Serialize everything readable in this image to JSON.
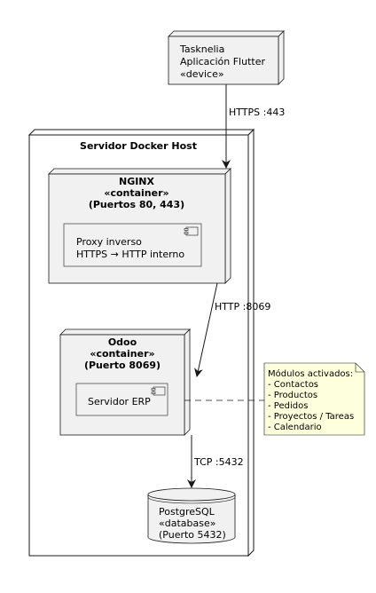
{
  "device": {
    "lines": [
      "Tasknelia",
      "Aplicación Flutter",
      "«device»"
    ]
  },
  "host": {
    "title": "Servidor Docker Host"
  },
  "nginx": {
    "title_lines": [
      "NGINX",
      "«container»",
      "(Puertos 80, 443)"
    ],
    "component_lines": [
      "Proxy inverso",
      "HTTPS → HTTP interno"
    ]
  },
  "odoo": {
    "title_lines": [
      "Odoo",
      "«container»",
      "(Puerto 8069)"
    ],
    "component_label": "Servidor ERP"
  },
  "database": {
    "lines": [
      "PostgreSQL",
      "«database»",
      "(Puerto 5432)"
    ]
  },
  "edges": {
    "device_to_nginx": "HTTPS :443",
    "nginx_to_odoo": "HTTP :8069",
    "odoo_to_db": "TCP :5432"
  },
  "note": {
    "lines": [
      "Módulos activados:",
      "- Contactos",
      "- Productos",
      "- Pedidos",
      "- Proyectos / Tareas",
      "- Calendario"
    ]
  }
}
